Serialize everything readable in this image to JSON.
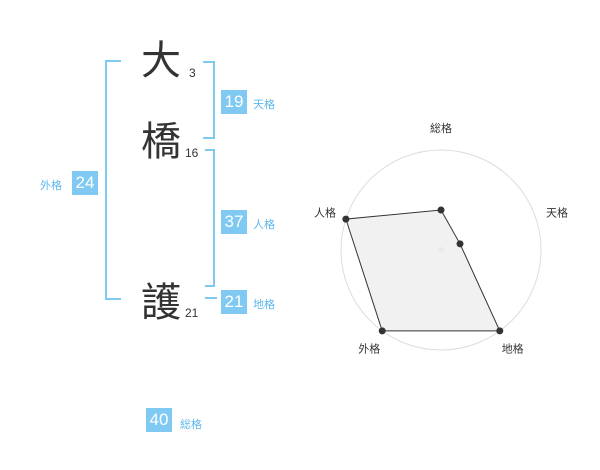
{
  "name": {
    "chars": [
      {
        "char": "大",
        "strokes": "3"
      },
      {
        "char": "橋",
        "strokes": "16"
      },
      {
        "char": "護",
        "strokes": "21"
      }
    ]
  },
  "kaku": {
    "tenkaku": {
      "value": "19",
      "label": "天格"
    },
    "jinkaku": {
      "value": "37",
      "label": "人格"
    },
    "chikaku": {
      "value": "21",
      "label": "地格"
    },
    "gaikaku": {
      "value": "24",
      "label": "外格"
    },
    "soukaku": {
      "value": "40",
      "label": "総格"
    }
  },
  "colors": {
    "accent": "#7fc9f2",
    "accent_text": "#5cb8ee",
    "radar_fill": "#efefef",
    "ring": "#dddddd"
  },
  "chart_data": {
    "type": "radar",
    "axes": [
      "総格",
      "天格",
      "地格",
      "外格",
      "人格"
    ],
    "rings": 5,
    "range": [
      0,
      5
    ],
    "values": [
      2,
      1,
      5,
      5,
      5
    ]
  }
}
